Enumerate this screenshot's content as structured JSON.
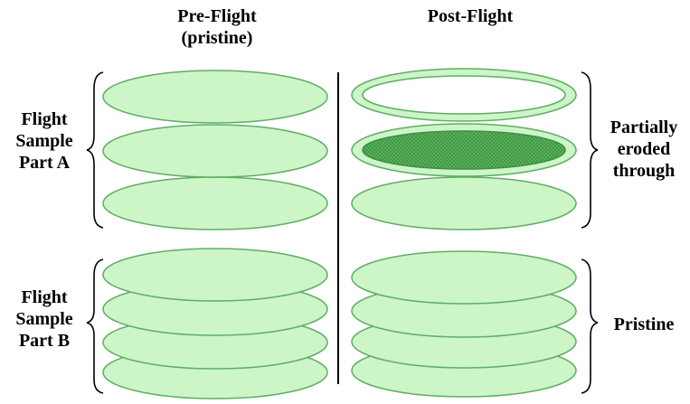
{
  "columns": {
    "pre_line1": "Pre-Flight",
    "pre_line2": "(pristine)",
    "post": "Post-Flight"
  },
  "rows": {
    "part_a": [
      "Flight",
      "Sample",
      "Part A"
    ],
    "part_b": [
      "Flight",
      "Sample",
      "Part B"
    ]
  },
  "annotations": {
    "eroded": [
      "Partially",
      "eroded",
      "through"
    ],
    "pristine": "Pristine"
  },
  "colors": {
    "disk_fill": "#ccf5c8",
    "disk_stroke": "#5fae63",
    "eroded_fill": "#5cb95c",
    "hole_fill": "#ffffff",
    "divider": "#000000"
  },
  "disks": {
    "pre_part_a": [
      "intact",
      "intact",
      "intact"
    ],
    "post_part_a": [
      "eroded-through",
      "partially-eroded",
      "intact"
    ],
    "pre_part_b": [
      "intact",
      "intact",
      "intact",
      "intact"
    ],
    "post_part_b": [
      "intact",
      "intact",
      "intact",
      "intact"
    ]
  }
}
